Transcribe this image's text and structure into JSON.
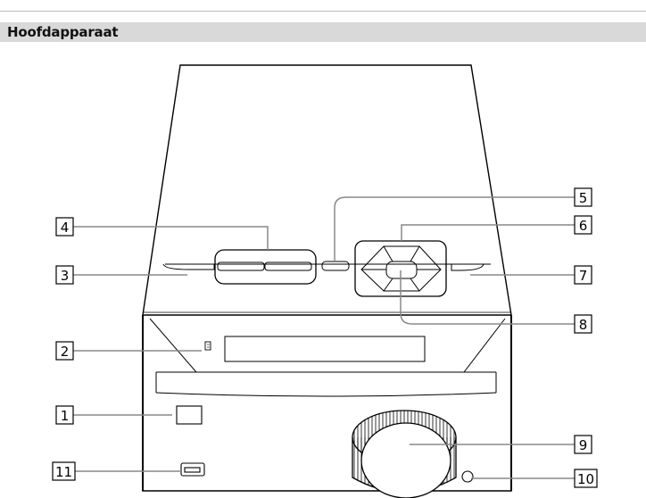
{
  "header": {
    "title": "Hoofdapparaat"
  },
  "callouts": [
    {
      "id": "c1",
      "label": "1"
    },
    {
      "id": "c2",
      "label": "2"
    },
    {
      "id": "c3",
      "label": "3"
    },
    {
      "id": "c4",
      "label": "4"
    },
    {
      "id": "c5",
      "label": "5"
    },
    {
      "id": "c6",
      "label": "6"
    },
    {
      "id": "c7",
      "label": "7"
    },
    {
      "id": "c8",
      "label": "8"
    },
    {
      "id": "c9",
      "label": "9"
    },
    {
      "id": "c10",
      "label": "10"
    },
    {
      "id": "c11",
      "label": "11"
    }
  ]
}
